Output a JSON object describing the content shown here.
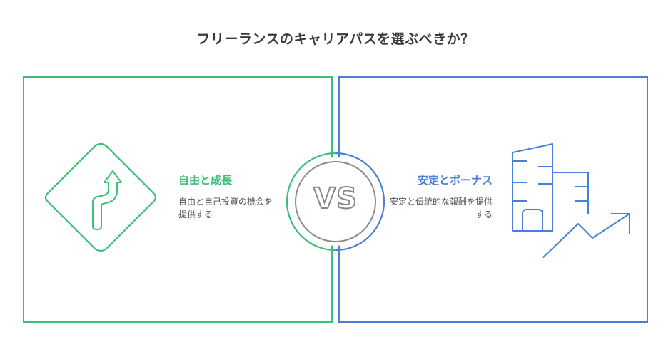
{
  "title": "フリーランスのキャリアパスを選ぶべきか？",
  "left": {
    "heading": "自由と成長",
    "description": "自由と自己投資の機会を提供する",
    "icon": "winding-road-sign-icon",
    "color": "#3cbf78"
  },
  "right": {
    "heading": "安定とボーナス",
    "description": "安定と伝統的な報酬を提供する",
    "icon": "building-growth-icon",
    "color": "#4a7fd9"
  },
  "vs_label": "VS"
}
